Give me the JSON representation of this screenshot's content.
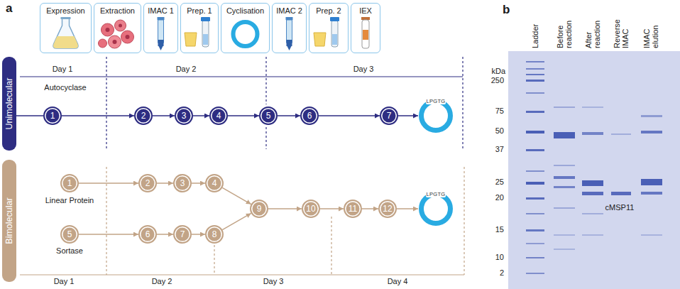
{
  "diagram": {
    "nodes": [
      {
        "text": [
          "Expression"
        ]
      },
      {
        "text": [
          "Extraction"
        ]
      },
      {
        "text": [
          "IMAC 1"
        ]
      },
      {
        "text": [
          "Prep. 1"
        ]
      },
      {
        "text": [
          "Cyclisation"
        ]
      },
      {
        "text": [
          "IMAC 2"
        ]
      },
      {
        "text": [
          "Prep. 2"
        ]
      },
      {
        "text": [
          "IEX"
        ]
      },
      {
        "text": [
          "Unimolecular"
        ]
      },
      {
        "text": [
          "1"
        ]
      },
      {
        "text": [
          "2"
        ]
      },
      {
        "text": [
          "3"
        ]
      },
      {
        "text": [
          "4"
        ]
      },
      {
        "text": [
          "5"
        ]
      },
      {
        "text": [
          "6"
        ]
      },
      {
        "text": [
          "7"
        ]
      },
      {
        "text": [
          "LPGTG"
        ]
      },
      {
        "text": [
          "Bimolecular"
        ]
      },
      {
        "text": [
          "1"
        ]
      },
      {
        "text": [
          "2"
        ]
      },
      {
        "text": [
          "3"
        ]
      },
      {
        "text": [
          "4"
        ]
      },
      {
        "text": [
          "5"
        ]
      },
      {
        "text": [
          "6"
        ]
      },
      {
        "text": [
          "7"
        ]
      },
      {
        "text": [
          "8"
        ]
      },
      {
        "text": [
          "9"
        ]
      },
      {
        "text": [
          "10"
        ]
      },
      {
        "text": [
          "11"
        ]
      },
      {
        "text": [
          "12"
        ]
      },
      {
        "text": [
          "LPGTG"
        ]
      }
    ],
    "edges": [
      {
        "from": 9,
        "to": 10,
        "arrow": "to"
      },
      {
        "from": 10,
        "to": 11,
        "arrow": "to"
      },
      {
        "from": 11,
        "to": 12,
        "arrow": "to"
      },
      {
        "from": 12,
        "to": 13,
        "arrow": "to"
      },
      {
        "from": 13,
        "to": 14,
        "arrow": "to"
      },
      {
        "from": 14,
        "to": 15,
        "arrow": "to"
      },
      {
        "from": 15,
        "to": 16,
        "arrow": "to"
      },
      {
        "from": 18,
        "to": 19,
        "arrow": "to"
      },
      {
        "from": 19,
        "to": 20,
        "arrow": "to"
      },
      {
        "from": 20,
        "to": 21,
        "arrow": "to"
      },
      {
        "from": 21,
        "to": 26,
        "arrow": "to"
      },
      {
        "from": 22,
        "to": 23,
        "arrow": "to"
      },
      {
        "from": 23,
        "to": 24,
        "arrow": "to"
      },
      {
        "from": 24,
        "to": 25,
        "arrow": "to"
      },
      {
        "from": 25,
        "to": 26,
        "arrow": "to"
      },
      {
        "from": 26,
        "to": 27,
        "arrow": "to"
      },
      {
        "from": 27,
        "to": 28,
        "arrow": "to"
      },
      {
        "from": 28,
        "to": 29,
        "arrow": "to"
      },
      {
        "from": 29,
        "to": 30,
        "arrow": "to"
      }
    ],
    "labels": [
      "a",
      "Day 1",
      "Day 2",
      "Day 3",
      "Autocyclase",
      "Linear Protein",
      "Sortase",
      "Day 1",
      "Day 2",
      "Day 3",
      "Day 4",
      "b",
      "Ladder",
      "Before reaction",
      "After reaction",
      "Reverse IMAC",
      "IMAC elution",
      "kDa",
      "250",
      "75",
      "50",
      "37",
      "25",
      "20",
      "15",
      "10",
      "2",
      "cMSP11"
    ]
  }
}
